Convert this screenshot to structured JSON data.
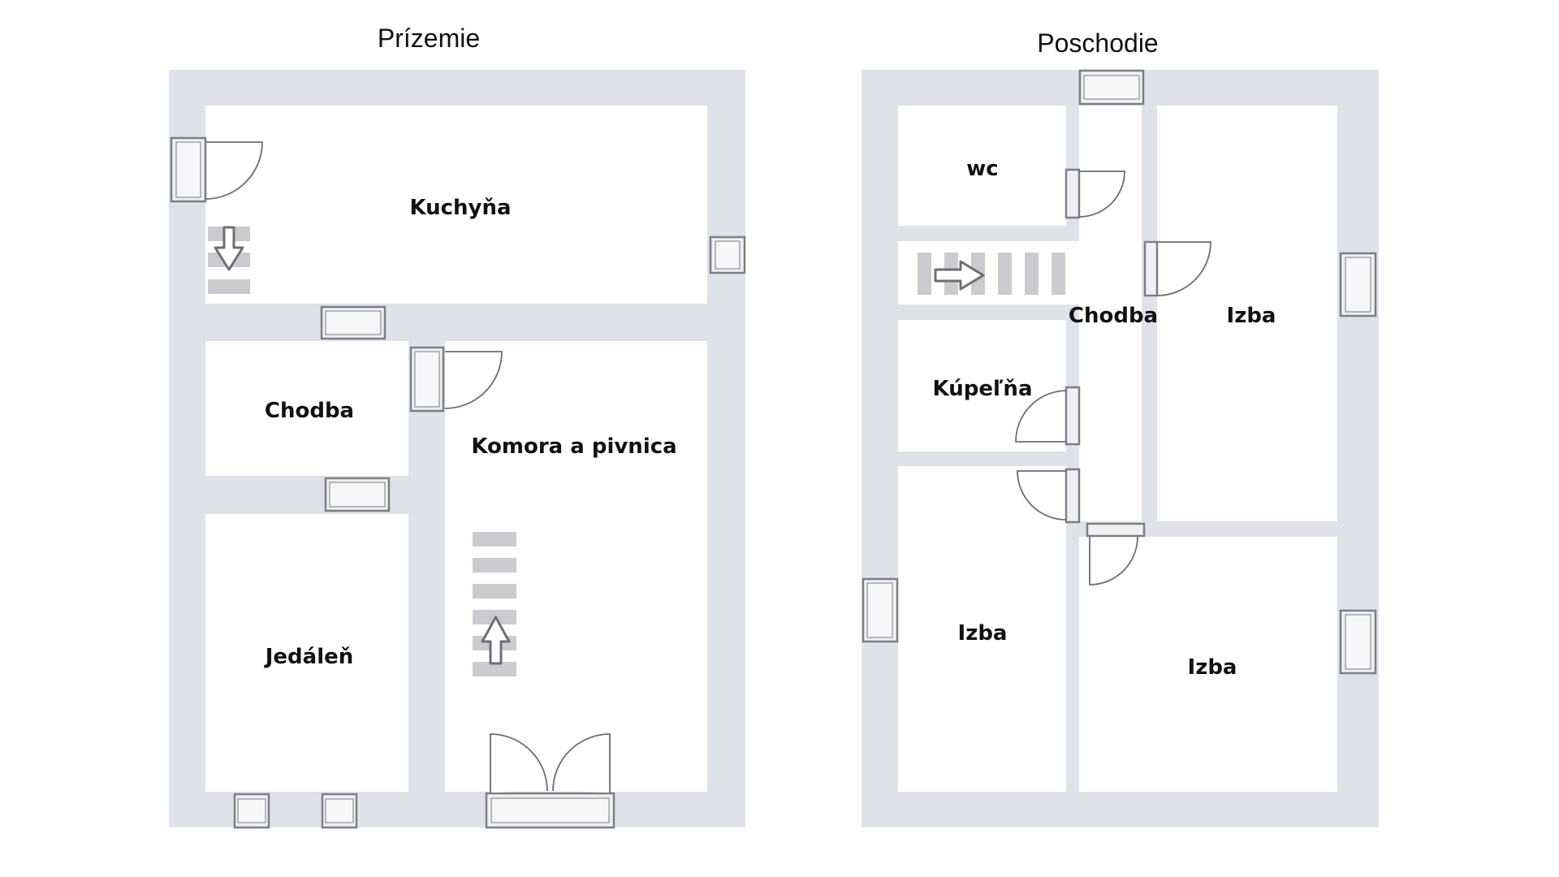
{
  "floors": {
    "ground": {
      "title": "Prízemie",
      "rooms": {
        "kitchen": "Kuchyňa",
        "hall": "Chodba",
        "pantry": "Komora a pivnica",
        "dining": "Jedáleň"
      }
    },
    "upper": {
      "title": "Poschodie",
      "rooms": {
        "wc": "wc",
        "hall": "Chodba",
        "bathroom": "Kúpeľňa",
        "room_right_top": "Izba",
        "room_left_bottom": "Izba",
        "room_right_bottom": "Izba"
      }
    }
  },
  "colors": {
    "wall": "#dfe2e8",
    "room": "#ffffff",
    "stairs": "#c9cbcf",
    "outline": "#6b6e73"
  },
  "icons": [
    "window-icon",
    "door-swing-icon",
    "double-door-icon",
    "stairs-icon",
    "arrow-down-icon",
    "arrow-up-icon",
    "arrow-right-icon"
  ]
}
